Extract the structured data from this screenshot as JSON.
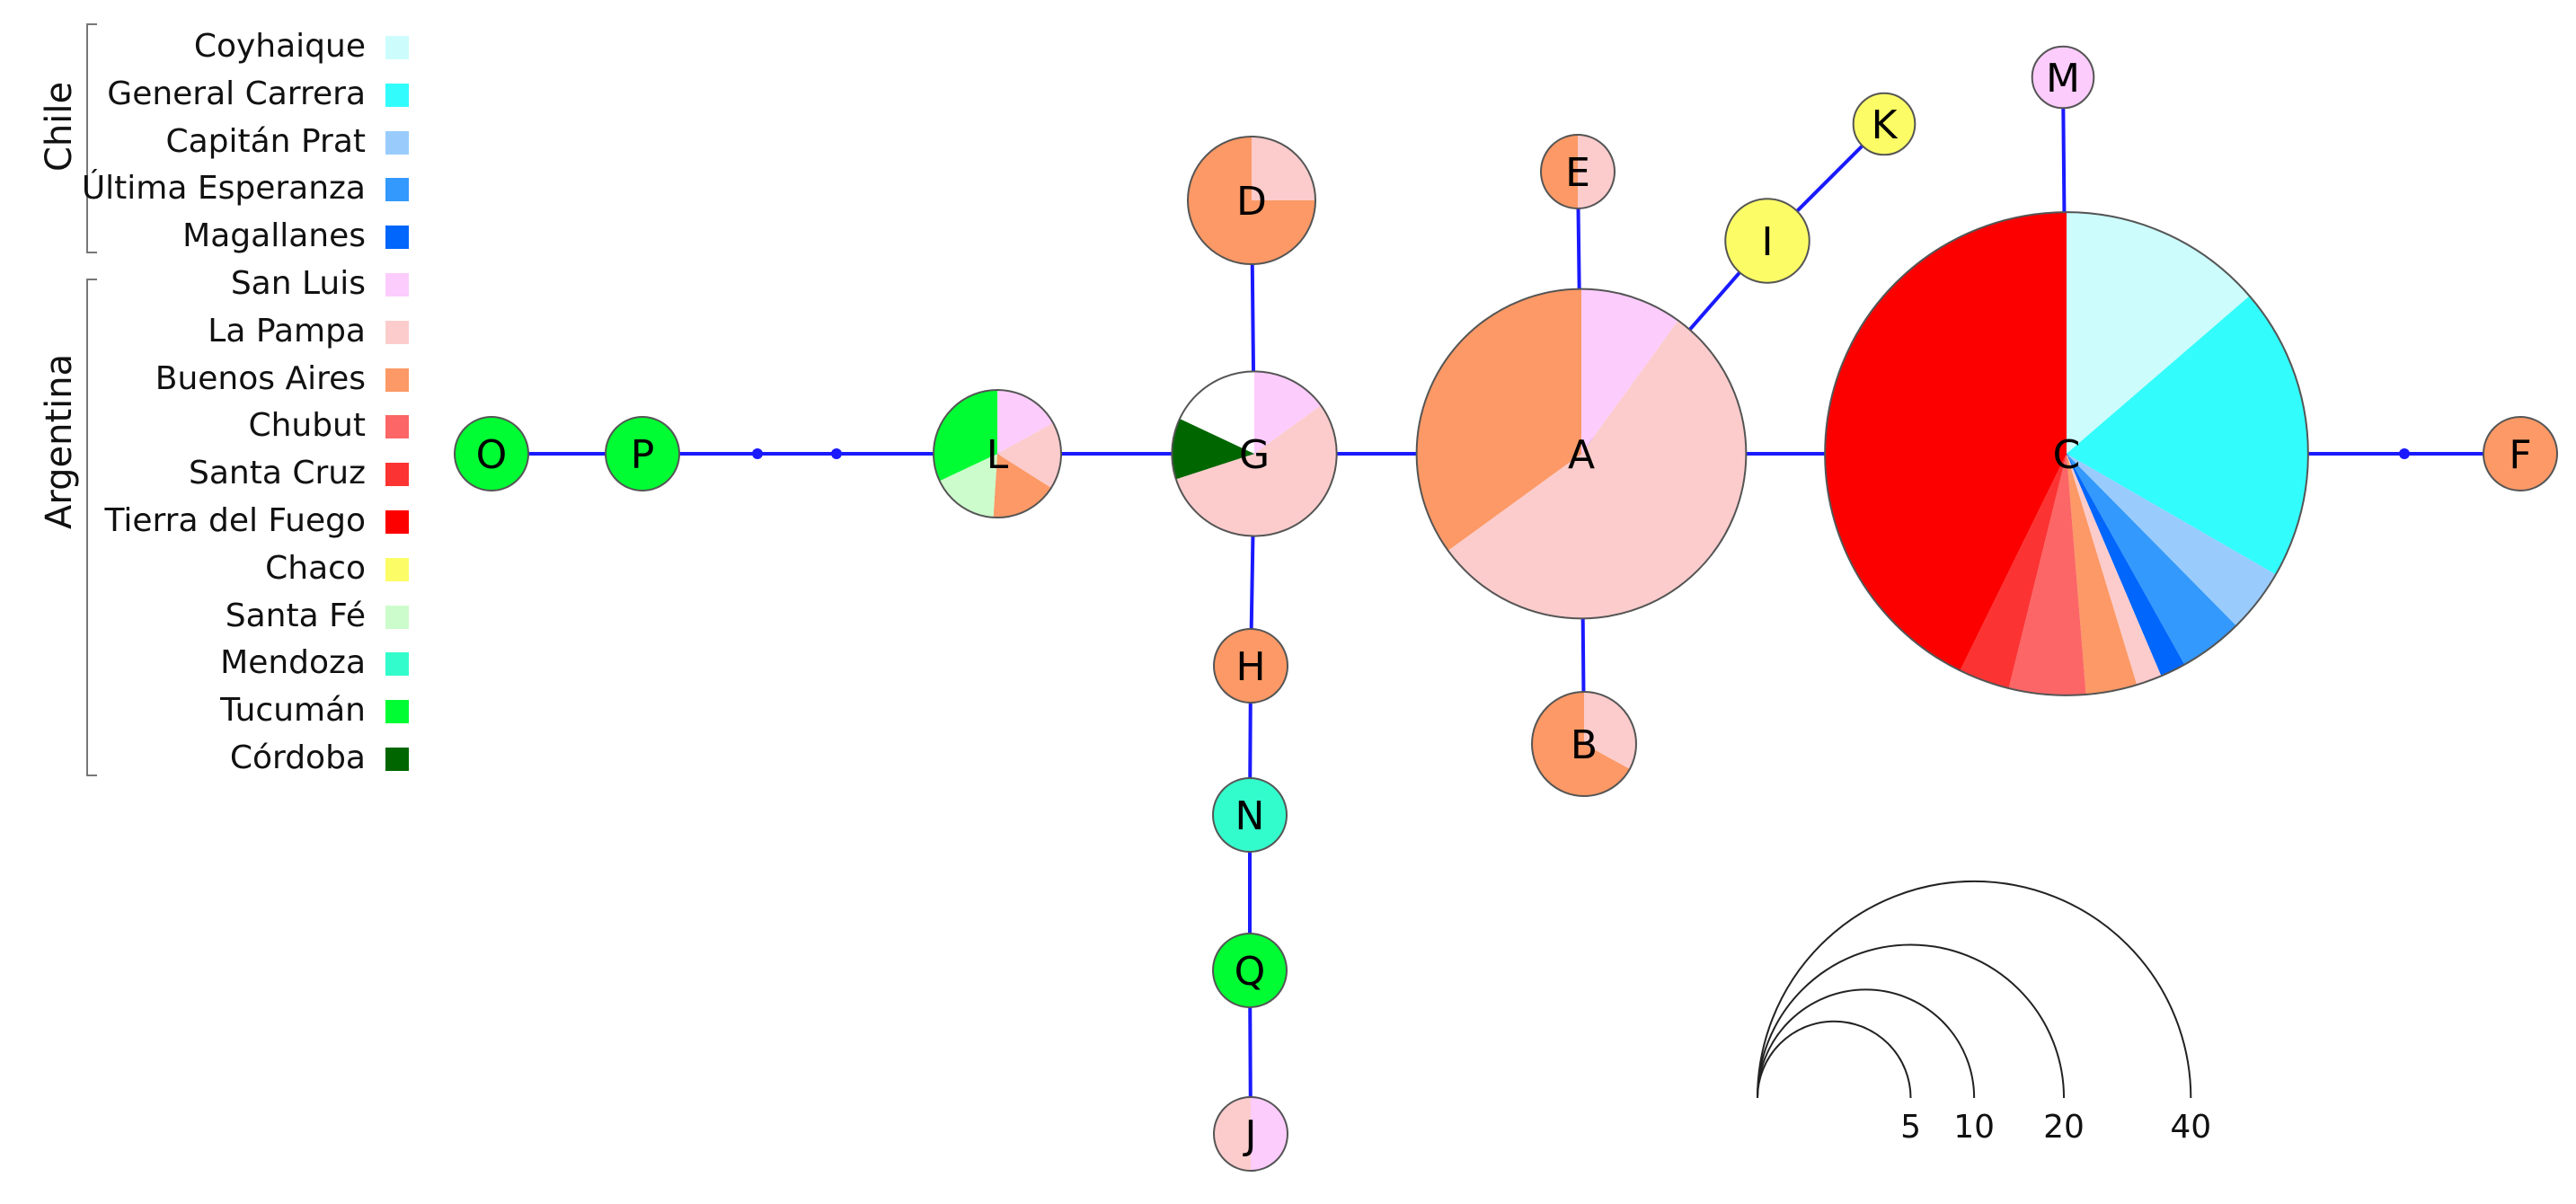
{
  "legend": {
    "groups": [
      {
        "name": "Chile",
        "items": [
          "Coyhaique",
          "General Carrera",
          "Capitán Prat",
          "Última Esperanza",
          "Magallanes"
        ]
      },
      {
        "name": "Argentina",
        "items": [
          "San Luis",
          "La Pampa",
          "Buenos Aires",
          "Chubut",
          "Santa Cruz",
          "Tierra del Fuego",
          "Chaco",
          "Santa Fé",
          "Mendoza",
          "Tucumán",
          "Córdoba"
        ]
      }
    ]
  },
  "colors": {
    "Coyhaique": "#ccfcfc",
    "General Carrera": "#33fcfc",
    "Capitán Prat": "#99ccfc",
    "Última Esperanza": "#3399fc",
    "Magallanes": "#0066fc",
    "San Luis": "#fcccfc",
    "La Pampa": "#fccccc",
    "Buenos Aires": "#fc9966",
    "Chubut": "#fc6666",
    "Santa Cruz": "#fc3333",
    "Tierra del Fuego": "#fc0000",
    "Chaco": "#fcfc66",
    "Santa Fé": "#ccfccc",
    "Mendoza": "#33fccc",
    "Tucumán": "#00fc33",
    "Córdoba": "#006600",
    "unsampled": "#ffffff",
    "edge": "#1a1aff",
    "outline": "#555555"
  },
  "network": {
    "nodes": [
      {
        "id": "A",
        "label": "A",
        "size": 20,
        "composition": [
          {
            "region": "San Luis",
            "fraction": 0.1
          },
          {
            "region": "La Pampa",
            "fraction": 0.55
          },
          {
            "region": "Buenos Aires",
            "fraction": 0.35
          }
        ]
      },
      {
        "id": "B",
        "label": "B",
        "size": 2,
        "composition": [
          {
            "region": "La Pampa",
            "fraction": 0.33
          },
          {
            "region": "Buenos Aires",
            "fraction": 0.67
          }
        ]
      },
      {
        "id": "C",
        "label": "C",
        "size": 43,
        "composition": [
          {
            "region": "Coyhaique",
            "fraction": 0.16
          },
          {
            "region": "General Carrera",
            "fraction": 0.23
          },
          {
            "region": "Capitán Prat",
            "fraction": 0.05
          },
          {
            "region": "Última Esperanza",
            "fraction": 0.05
          },
          {
            "region": "Magallanes",
            "fraction": 0.02
          },
          {
            "region": "La Pampa",
            "fraction": 0.02
          },
          {
            "region": "Buenos Aires",
            "fraction": 0.04
          },
          {
            "region": "Chubut",
            "fraction": 0.06
          },
          {
            "region": "Santa Cruz",
            "fraction": 0.04
          },
          {
            "region": "Tierra del Fuego",
            "fraction": 0.5
          }
        ]
      },
      {
        "id": "D",
        "label": "D",
        "size": 3,
        "composition": [
          {
            "region": "La Pampa",
            "fraction": 0.25
          },
          {
            "region": "Buenos Aires",
            "fraction": 0.75
          }
        ]
      },
      {
        "id": "E",
        "label": "E",
        "size": 1,
        "composition": [
          {
            "region": "La Pampa",
            "fraction": 0.5
          },
          {
            "region": "Buenos Aires",
            "fraction": 0.5
          }
        ]
      },
      {
        "id": "F",
        "label": "F",
        "size": 1,
        "composition": [
          {
            "region": "Buenos Aires",
            "fraction": 1
          }
        ]
      },
      {
        "id": "G",
        "label": "G",
        "size": 5,
        "composition": [
          {
            "region": "San Luis",
            "fraction": 0.15
          },
          {
            "region": "La Pampa",
            "fraction": 0.55
          },
          {
            "region": "Córdoba",
            "fraction": 0.12
          },
          {
            "region": "unsampled",
            "fraction": 0.18
          }
        ]
      },
      {
        "id": "H",
        "label": "H",
        "size": 1,
        "composition": [
          {
            "region": "Buenos Aires",
            "fraction": 1
          }
        ]
      },
      {
        "id": "I",
        "label": "I",
        "size": 1.3,
        "composition": [
          {
            "region": "Chaco",
            "fraction": 1
          }
        ]
      },
      {
        "id": "J",
        "label": "J",
        "size": 1,
        "composition": [
          {
            "region": "San Luis",
            "fraction": 0.5
          },
          {
            "region": "La Pampa",
            "fraction": 0.5
          }
        ]
      },
      {
        "id": "K",
        "label": "K",
        "size": 0.7,
        "composition": [
          {
            "region": "Chaco",
            "fraction": 1
          }
        ]
      },
      {
        "id": "L",
        "label": "L",
        "size": 3,
        "composition": [
          {
            "region": "San Luis",
            "fraction": 0.17
          },
          {
            "region": "La Pampa",
            "fraction": 0.17
          },
          {
            "region": "Buenos Aires",
            "fraction": 0.17
          },
          {
            "region": "Santa Fé",
            "fraction": 0.17
          },
          {
            "region": "Tucumán",
            "fraction": 0.32
          }
        ]
      },
      {
        "id": "M",
        "label": "M",
        "size": 0.7,
        "composition": [
          {
            "region": "San Luis",
            "fraction": 1
          }
        ]
      },
      {
        "id": "N",
        "label": "N",
        "size": 1,
        "composition": [
          {
            "region": "Mendoza",
            "fraction": 1
          }
        ]
      },
      {
        "id": "O",
        "label": "O",
        "size": 1,
        "composition": [
          {
            "region": "Tucumán",
            "fraction": 1
          }
        ]
      },
      {
        "id": "P",
        "label": "P",
        "size": 1,
        "composition": [
          {
            "region": "Tucumán",
            "fraction": 1
          }
        ]
      },
      {
        "id": "Q",
        "label": "Q",
        "size": 1,
        "composition": [
          {
            "region": "Tucumán",
            "fraction": 1
          }
        ]
      }
    ],
    "median_vectors": 3,
    "edges": [
      [
        "O",
        "P"
      ],
      [
        "P",
        "mv1"
      ],
      [
        "mv1",
        "mv2"
      ],
      [
        "mv2",
        "L"
      ],
      [
        "L",
        "G"
      ],
      [
        "G",
        "D"
      ],
      [
        "G",
        "A"
      ],
      [
        "G",
        "H"
      ],
      [
        "H",
        "N"
      ],
      [
        "N",
        "Q"
      ],
      [
        "Q",
        "J"
      ],
      [
        "A",
        "E"
      ],
      [
        "A",
        "B"
      ],
      [
        "A",
        "I"
      ],
      [
        "I",
        "K"
      ],
      [
        "A",
        "C"
      ],
      [
        "C",
        "M"
      ],
      [
        "C",
        "mv3"
      ],
      [
        "mv3",
        "F"
      ]
    ]
  },
  "scale": {
    "values": [
      5,
      10,
      20,
      40
    ],
    "labels": [
      "5",
      "10",
      "20",
      "40"
    ]
  }
}
